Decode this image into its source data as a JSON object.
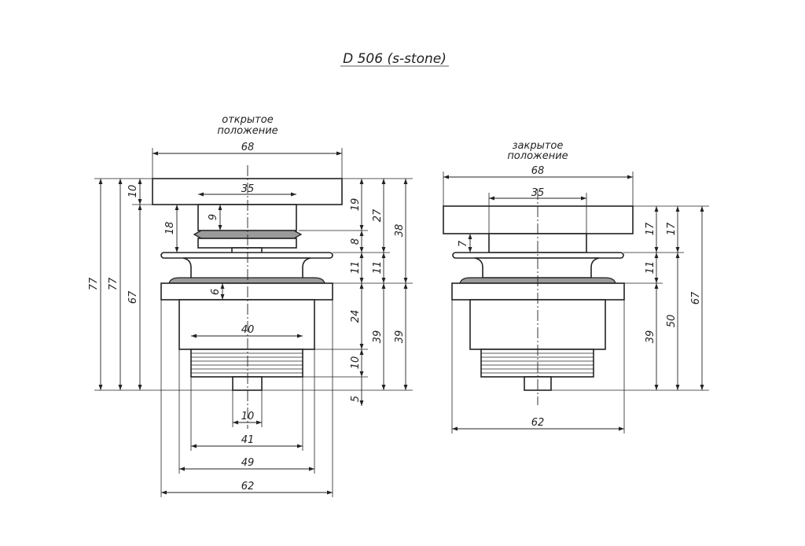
{
  "title": "D 506 (s-stone)",
  "open_view": {
    "label_line1": "открытое",
    "label_line2": "положение",
    "dims": {
      "cap_width": "68",
      "stem_width": "35",
      "body_inner": "40",
      "tail": "10",
      "thread": "41",
      "body": "49",
      "flange": "62",
      "total_1": "77",
      "total_2": "77",
      "below_cap": "67",
      "cap_height": "10",
      "lift": "18",
      "stem_to_seal": "9",
      "washer": "6",
      "r1_19": "19",
      "r1_8": "8",
      "r1_11": "11",
      "r1_24": "24",
      "r1_10": "10",
      "r1_5": "5",
      "r2_27": "27",
      "r2_11": "11",
      "r2_39": "39",
      "r3_38": "38",
      "r3_39": "39"
    }
  },
  "closed_view": {
    "label_line1": "закрытое",
    "label_line2": "положение",
    "dims": {
      "cap_width": "68",
      "stem_width": "35",
      "flange": "62",
      "gap": "7",
      "r1_17": "17",
      "r1_11": "11",
      "r1_39": "39",
      "r2_17": "17",
      "r2_50": "50",
      "r3_67": "67"
    }
  }
}
